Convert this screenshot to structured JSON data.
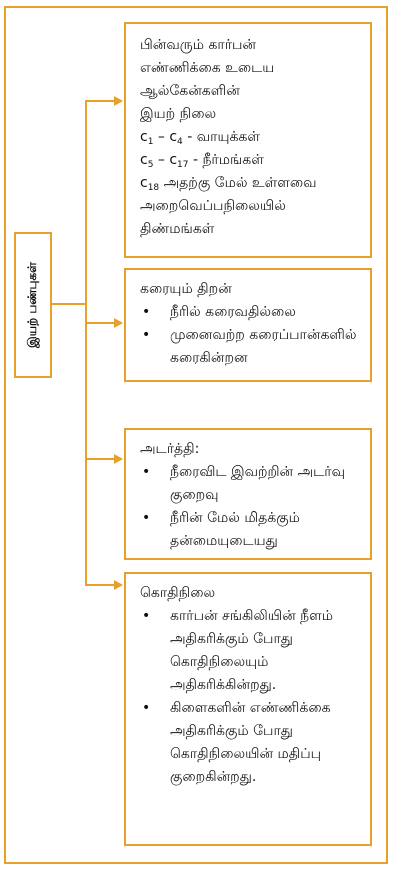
{
  "side_label": "இயற் பண்புகள்",
  "box1": {
    "lines": [
      "பின்வரும் கார்பன்",
      "எண்ணிக்கை உடைய",
      "ஆல்கேன்களின்",
      "இயற் நிலை"
    ],
    "c1": {
      "sub_a": "1",
      "sub_b": "4",
      "text": "- வாயுக்கள்"
    },
    "c2": {
      "sub_a": "5",
      "sub_b": "17",
      "text": "- நீர்மங்கள்"
    },
    "c3": {
      "sub": "18",
      "text": "அதற்கு மேல் உள்ளவை"
    },
    "tail": [
      "அறைவெப்பநிலையில்",
      "திண்மங்கள்"
    ]
  },
  "box2": {
    "title": "கரையும் திறன்",
    "items": [
      "நீரில் கரைவதில்லை",
      "முனைவற்ற கரைப்பான்களில் கரைகின்றன"
    ]
  },
  "box3": {
    "title": "அடர்த்தி:",
    "items": [
      "நீரைவிட இவற்றின் அடர்வு குறைவு",
      "நீரின் மேல் மிதக்கும் தன்மையுடையது"
    ]
  },
  "box4": {
    "title": "கொதிநிலை",
    "items": [
      "கார்பன் சங்கிலியின் நீளம் அதிகரிக்கும் போது கொதிநிலையும் அதிகரிக்கின்றது.",
      "கிளைகளின் எண்ணிக்கை அதிகரிக்கும் போது கொதிநிலையின் மதிப்பு குறைகின்றது."
    ]
  }
}
